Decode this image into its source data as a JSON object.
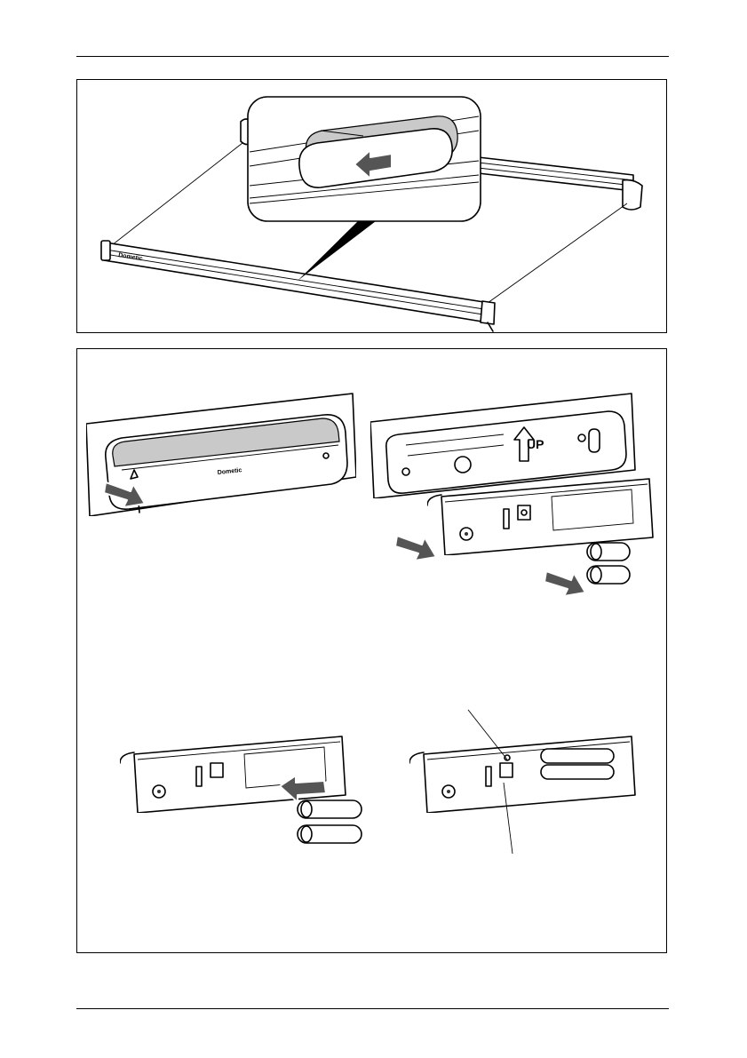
{
  "figures": {
    "awning": {
      "brand_text": "Dometic"
    },
    "remote_front": {
      "brand_text": "Dometic"
    },
    "remote_back": {
      "direction_text": "UP"
    }
  },
  "icons": [
    "arrow-left-icon",
    "arrow-right-down-icon",
    "arrow-up-icon",
    "arrow-left-up-icon",
    "battery-icon"
  ]
}
